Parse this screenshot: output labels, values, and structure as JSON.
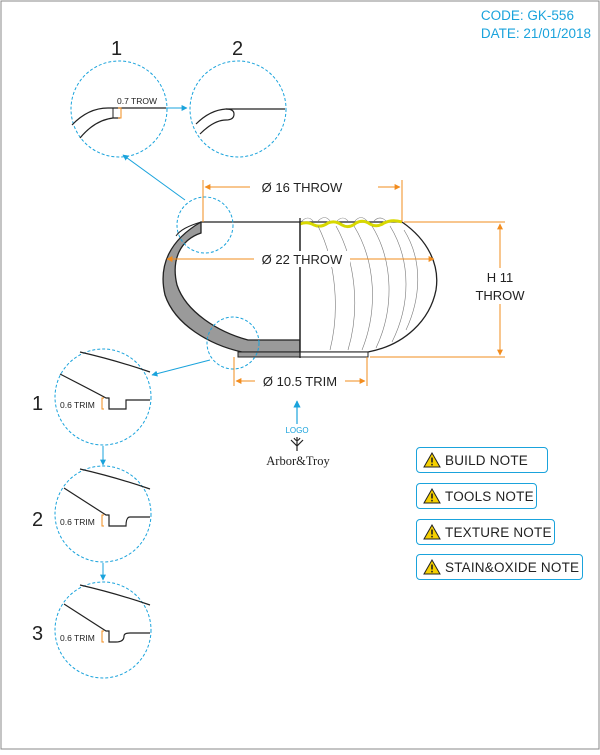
{
  "header": {
    "code": "CODE: GK-556",
    "date": "DATE: 21/01/2018"
  },
  "rim_detail": {
    "step_1": "1",
    "step_2": "2",
    "trow_label": "0.7 TROW"
  },
  "dimensions": {
    "throw_top": "Ø 16 THROW",
    "throw_mid": "Ø 22 THROW",
    "trim": "Ø 10.5 TRIM",
    "height_line1": "H 11",
    "height_line2": "THROW"
  },
  "foot_detail": {
    "step_1": "1",
    "step_2": "2",
    "step_3": "3",
    "trim_1": "0.6 TRIM",
    "trim_2": "0.6 TRIM",
    "trim_3": "0.6 TRIM"
  },
  "logo": {
    "label": "LOGO",
    "brand": "Arbor&Troy"
  },
  "notes": {
    "build": "BUILD NOTE",
    "tools": "TOOLS NOTE",
    "texture": "TEXTURE NOTE",
    "stain": "STAIN&OXIDE NOTE"
  },
  "colors": {
    "accent": "#1aa3dc",
    "dimension": "#f28c1e",
    "wall_fill": "#9a9a9a",
    "glaze": "#d8d800"
  },
  "icons": [
    "warning-icon",
    "arrow-up-icon",
    "logo-mark-icon"
  ]
}
